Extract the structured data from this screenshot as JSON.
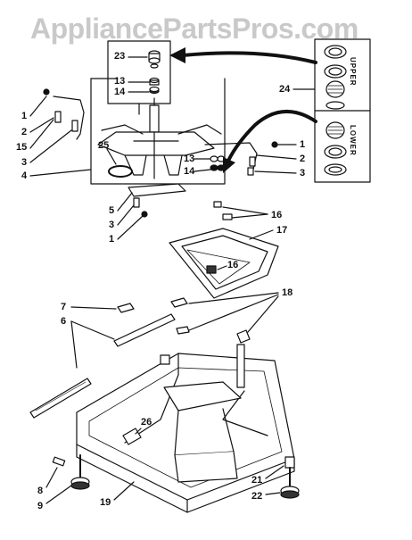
{
  "watermark": "AppliancePartsPros.com",
  "kit_labels": {
    "upper": "UPPER",
    "lower": "LOWER"
  },
  "callouts": {
    "c23": "23",
    "c13a": "13",
    "c14a": "14",
    "c24": "24",
    "c1a": "1",
    "c2a": "2",
    "c15": "15",
    "c3a": "3",
    "c4": "4",
    "c25": "25",
    "c1b": "1",
    "c2b": "2",
    "c3b": "3",
    "c13b": "13",
    "c14b": "14",
    "c5": "5",
    "c3c": "3",
    "c1c": "1",
    "c16a": "16",
    "c17": "17",
    "c16b": "16",
    "c18": "18",
    "c7": "7",
    "c6": "6",
    "c26": "26",
    "c8": "8",
    "c9": "9",
    "c19": "19",
    "c21": "21",
    "c22": "22"
  }
}
